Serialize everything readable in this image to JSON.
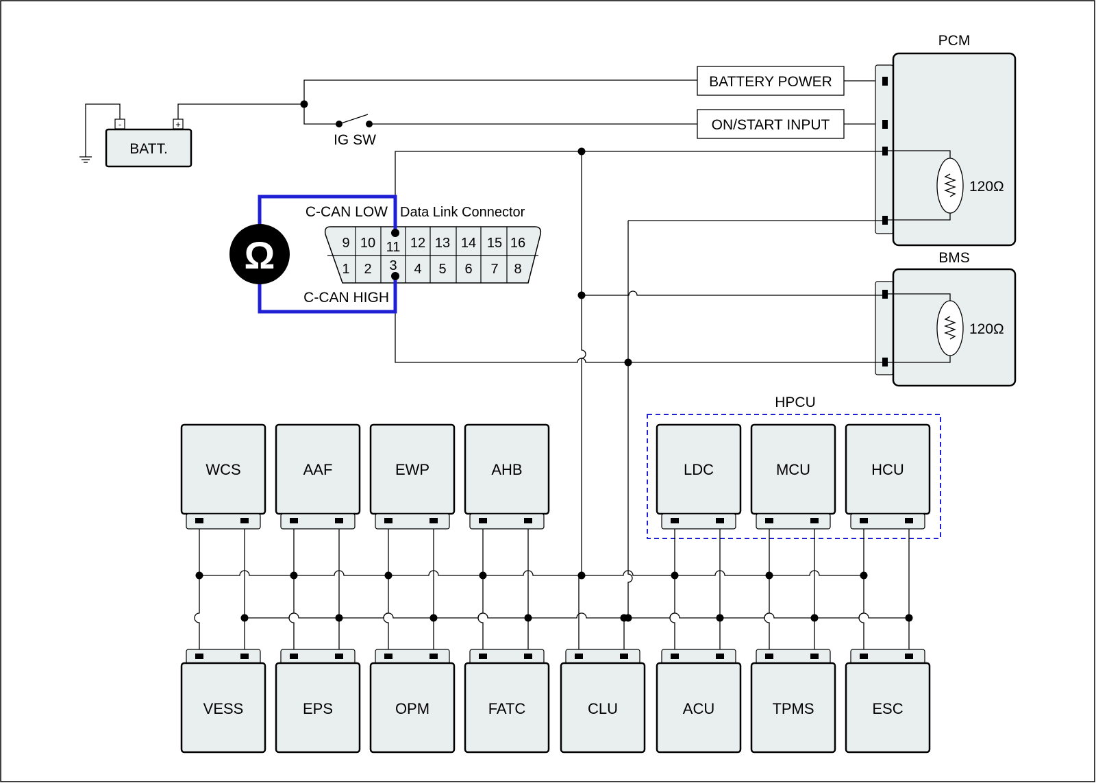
{
  "battery": {
    "label": "BATT.",
    "minus": "-",
    "plus": "+"
  },
  "switch": {
    "label": "IG SW"
  },
  "signals": {
    "battery_power": "BATTERY POWER",
    "on_start": "ON/START INPUT"
  },
  "dlc": {
    "title": "Data Link Connector",
    "can_low": "C-CAN LOW",
    "can_high": "C-CAN HIGH",
    "top_pins": [
      "9",
      "10",
      "11",
      "12",
      "13",
      "14",
      "15",
      "16"
    ],
    "bottom_pins": [
      "1",
      "2",
      "3",
      "4",
      "5",
      "6",
      "7",
      "8"
    ]
  },
  "meter": {
    "symbol": "Ω"
  },
  "pcm": {
    "label": "PCM",
    "resistor": "120Ω"
  },
  "bms": {
    "label": "BMS",
    "resistor": "120Ω"
  },
  "hpcu": {
    "label": "HPCU"
  },
  "top_modules": [
    "WCS",
    "AAF",
    "EWP",
    "AHB",
    "LDC",
    "MCU",
    "HCU"
  ],
  "bottom_modules": [
    "VESS",
    "EPS",
    "OPM",
    "FATC",
    "CLU",
    "ACU",
    "TPMS",
    "ESC"
  ],
  "colors": {
    "module_fill": "#e9eeee",
    "meter_lead": "#1f1fd6",
    "hpcu_border": "#1f1fd6"
  }
}
